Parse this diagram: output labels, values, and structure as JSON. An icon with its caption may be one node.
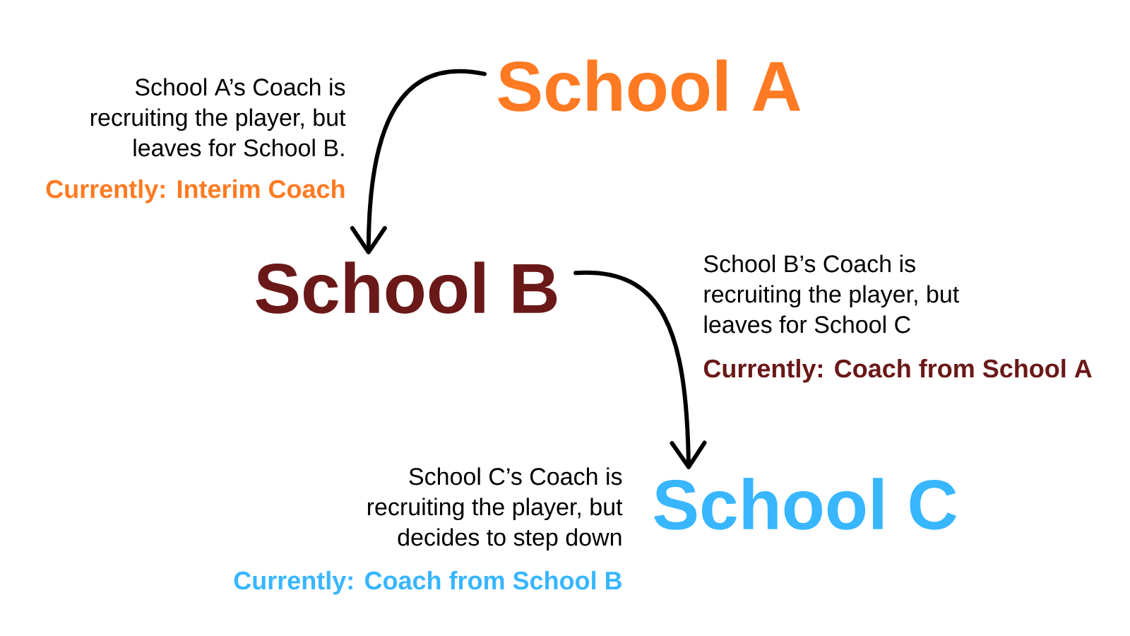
{
  "diagram": {
    "nodes": [
      {
        "text": [
          "School A"
        ],
        "beside": [
          "School A’s Coach is recruiting the player, but leaves for School B.",
          "Currently: Interim Coach"
        ]
      },
      {
        "text": [
          "School B"
        ],
        "beside": [
          "School B’s Coach is recruiting the player, but leaves for School C",
          "Currently: Coach from School A"
        ]
      },
      {
        "text": [
          "School C"
        ],
        "beside": [
          "School C’s Coach is recruiting the player, but decides to step down",
          "Currently: Coach from School B"
        ]
      }
    ],
    "edges": [
      {
        "from": 0,
        "to": 1,
        "arrow": "to"
      },
      {
        "from": 1,
        "to": 2,
        "arrow": "to"
      }
    ]
  }
}
